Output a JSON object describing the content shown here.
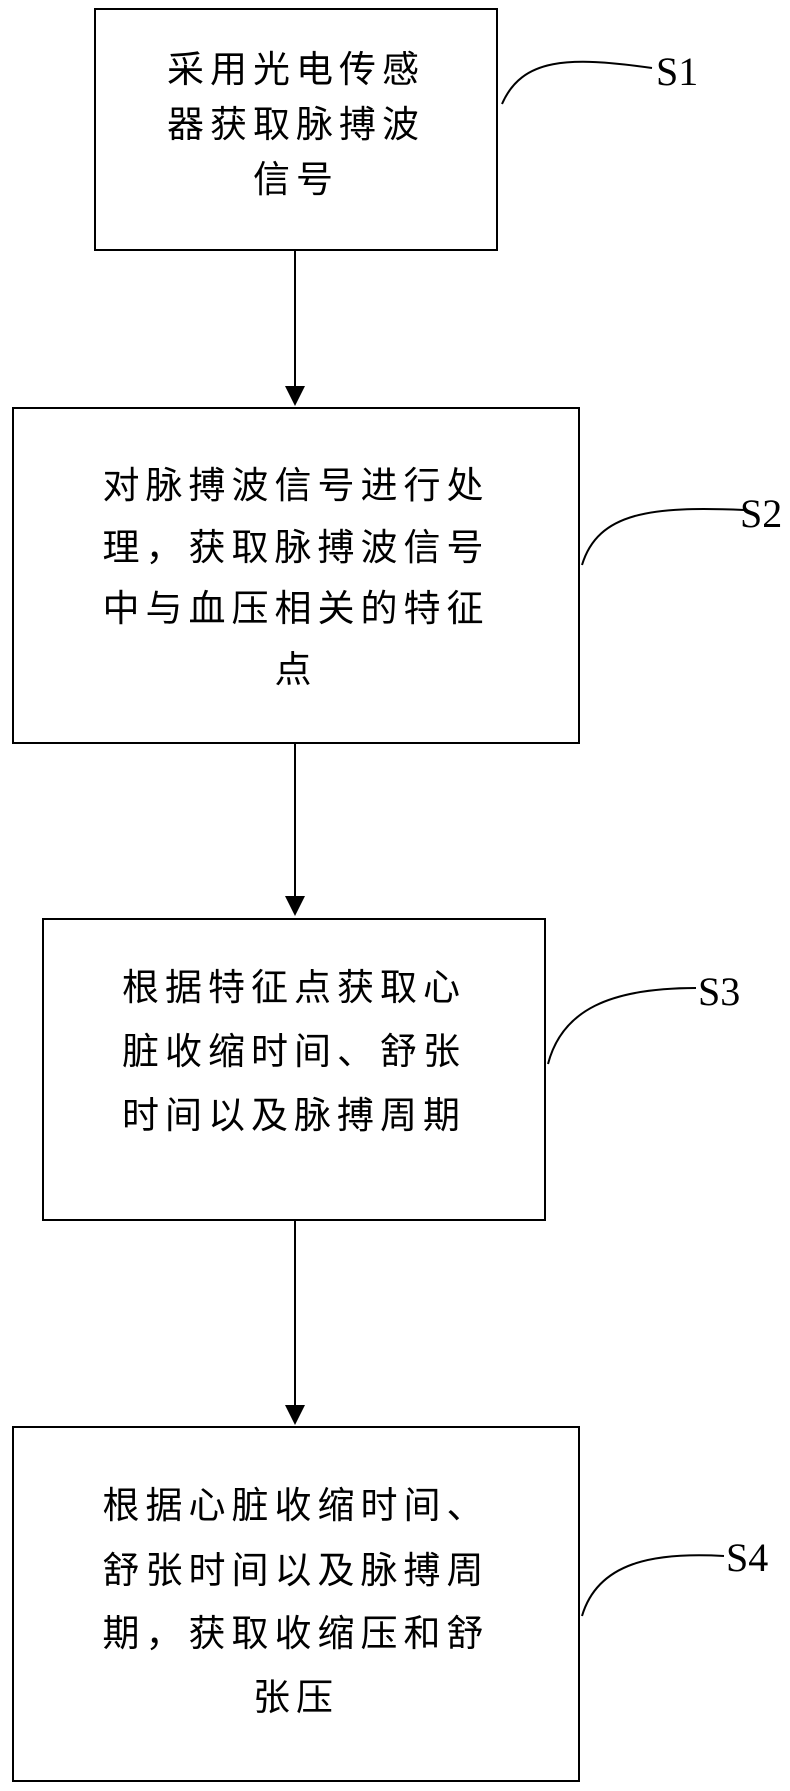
{
  "steps": [
    {
      "id": "S1",
      "label": "S1",
      "lines": [
        "采用光电传感",
        "器获取脉搏波",
        "信号"
      ]
    },
    {
      "id": "S2",
      "label": "S2",
      "lines": [
        "对脉搏波信号进行处",
        "理，获取脉搏波信号",
        "中与血压相关的特征",
        "点"
      ]
    },
    {
      "id": "S3",
      "label": "S3",
      "lines": [
        "根据特征点获取心",
        "脏收缩时间、舒张",
        "时间以及脉搏周期"
      ]
    },
    {
      "id": "S4",
      "label": "S4",
      "lines": [
        "根据心脏收缩时间、",
        "舒张时间以及脉搏周",
        "期，获取收缩压和舒",
        "张压"
      ]
    }
  ]
}
